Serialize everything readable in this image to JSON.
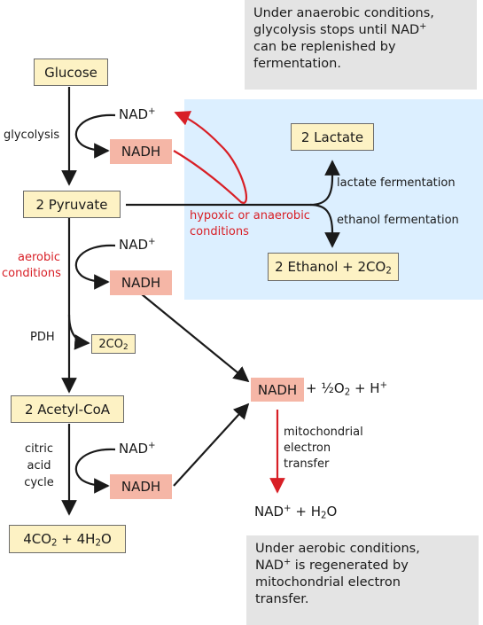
{
  "notes": {
    "anaerobic": [
      "Under anaerobic conditions,",
      "glycolysis stops until NAD",
      "can be replenished by",
      "fermentation."
    ],
    "aerobic": [
      "Under aerobic conditions,",
      "NAD",
      " is regenerated by",
      "mitochondrial electron",
      "transfer."
    ]
  },
  "sym": {
    "plus_sup": "+",
    "two": "2",
    "times_two": "2"
  },
  "nodes": {
    "glucose": "Glucose",
    "pyruvate": "2 Pyruvate",
    "acetyl_coa": "2 Acetyl-CoA",
    "lactate": "2 Lactate",
    "ethanol_pre": "2 Ethanol + 2CO",
    "co2_pre": "2CO",
    "final_pre": "4CO",
    "final_mid": " + 4H",
    "final_post": "O"
  },
  "cofactors": {
    "nad": "NAD",
    "nadh": "NADH",
    "o2_eq_mid": " + ½O",
    "o2_eq_post": " + H",
    "water_pre": " + H",
    "water_post": "O"
  },
  "labels": {
    "glycolysis": "glycolysis",
    "aerobic": [
      "aerobic",
      "conditions"
    ],
    "hypoxic": [
      "hypoxic or anaerobic",
      "conditions"
    ],
    "lactate_fermentation": "lactate fermentation",
    "ethanol_fermentation": "ethanol fermentation",
    "pdh": "PDH",
    "citric": [
      "citric",
      "acid",
      "cycle"
    ],
    "mito": [
      "mitochondrial",
      "electron",
      "transfer"
    ]
  },
  "colors": {
    "note_gray": "#e4e4e4",
    "fermentation_blue": "#dcefff",
    "metabolite_yellow": "#fdf2c4",
    "nadh_salmon": "#f5b6a6",
    "accent_red": "#d81f26"
  }
}
